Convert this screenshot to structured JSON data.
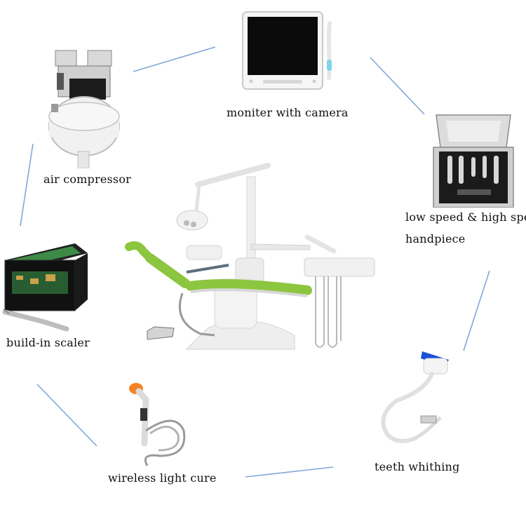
{
  "labels": {
    "monitor": "moniter with camera",
    "air_compressor": "air compressor",
    "handpiece_line1": "low speed & high spee",
    "handpiece_line2": "handpiece",
    "scaler": "build-in scaler",
    "light_cure": "wireless light cure",
    "teeth_whitening": "teeth whithing"
  },
  "colors": {
    "connector_line": "#7fa8d8",
    "chair_upholstery": "#8cc63f",
    "light_cure_tip": "#f58220",
    "whitening_head": "#1a4fd8"
  }
}
